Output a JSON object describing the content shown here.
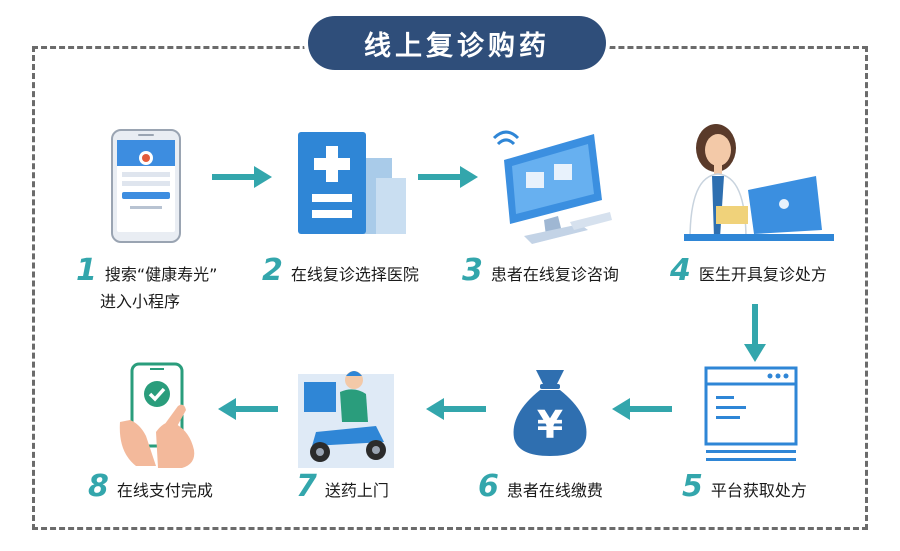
{
  "title": "线上复诊购药",
  "colors": {
    "navy": "#2f4e7a",
    "teal": "#33a6ac",
    "blue": "#2f86d6"
  },
  "steps": [
    {
      "num": "1",
      "text": "搜索“健康寿光”",
      "text2": "进入小程序",
      "icon": "smartphone-app-icon"
    },
    {
      "num": "2",
      "text": "在线复诊选择医院",
      "icon": "hospital-building-icon"
    },
    {
      "num": "3",
      "text": "患者在线复诊咨询",
      "icon": "computer-monitor-icon"
    },
    {
      "num": "4",
      "text": "医生开具复诊处方",
      "icon": "doctor-laptop-icon"
    },
    {
      "num": "5",
      "text": "平台获取处方",
      "icon": "browser-window-icon"
    },
    {
      "num": "6",
      "text": "患者在线缴费",
      "icon": "money-bag-icon"
    },
    {
      "num": "7",
      "text": "送药上门",
      "icon": "delivery-scooter-icon"
    },
    {
      "num": "8",
      "text": "在线支付完成",
      "icon": "phone-checkmark-icon"
    }
  ]
}
